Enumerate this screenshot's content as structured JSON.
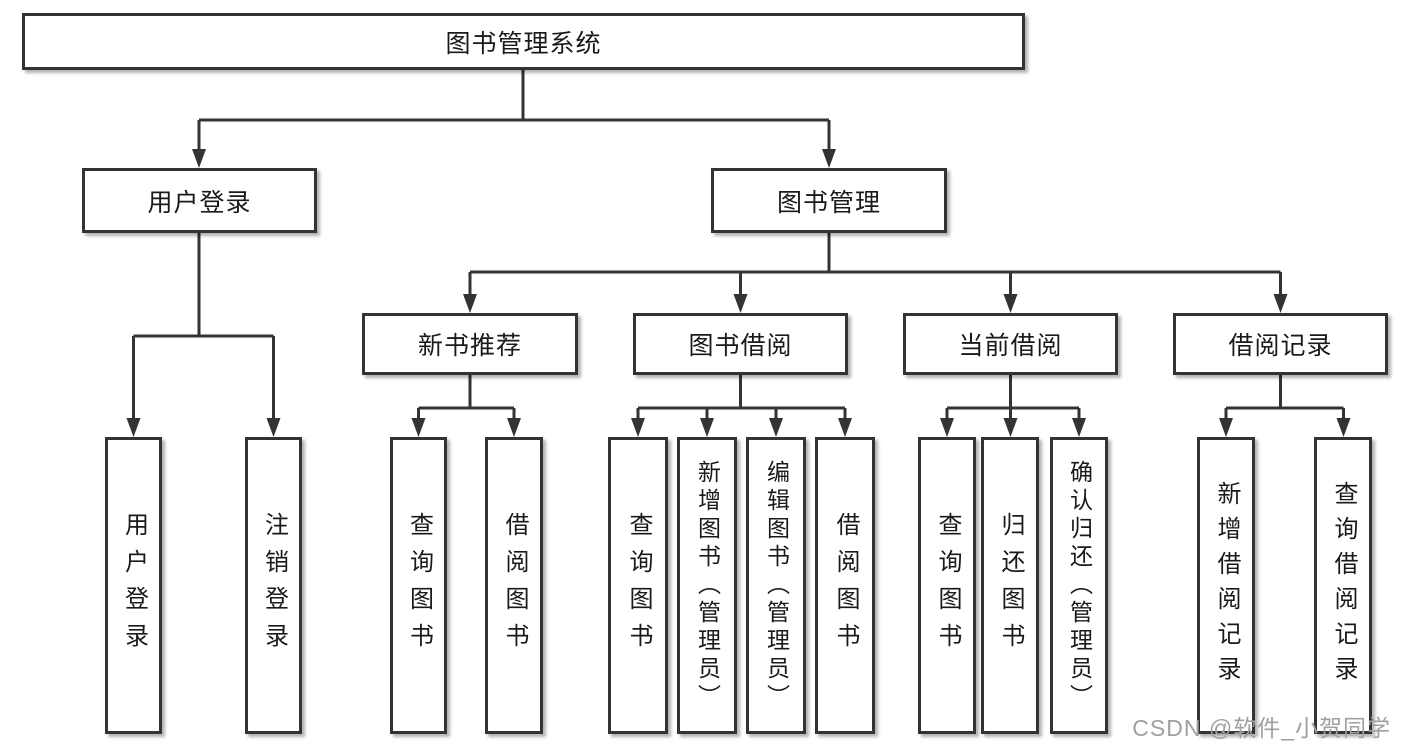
{
  "diagram": {
    "root": "图书管理系统",
    "level1": [
      {
        "label": "用户登录"
      },
      {
        "label": "图书管理"
      }
    ],
    "level2": [
      {
        "label": "新书推荐"
      },
      {
        "label": "图书借阅"
      },
      {
        "label": "当前借阅"
      },
      {
        "label": "借阅记录"
      }
    ],
    "leaves": {
      "userLogin": [
        "用户登录",
        "注销登录"
      ],
      "newBook": [
        "查询图书",
        "借阅图书"
      ],
      "bookBorrow": [
        "查询图书",
        "新增图书（管理员）",
        "编辑图书（管理员）",
        "借阅图书"
      ],
      "currentBorrow": [
        "查询图书",
        "归还图书",
        "确认归还（管理员）"
      ],
      "borrowRecord": [
        "新增借阅记录",
        "查询借阅记录"
      ]
    },
    "colors": {
      "line": "#333333",
      "box_border": "#333333",
      "box_background": "#ffffff",
      "text": "#1a1a1a",
      "watermark": "#a0a0a0"
    },
    "watermark": "CSDN @软件_小贺同学"
  }
}
